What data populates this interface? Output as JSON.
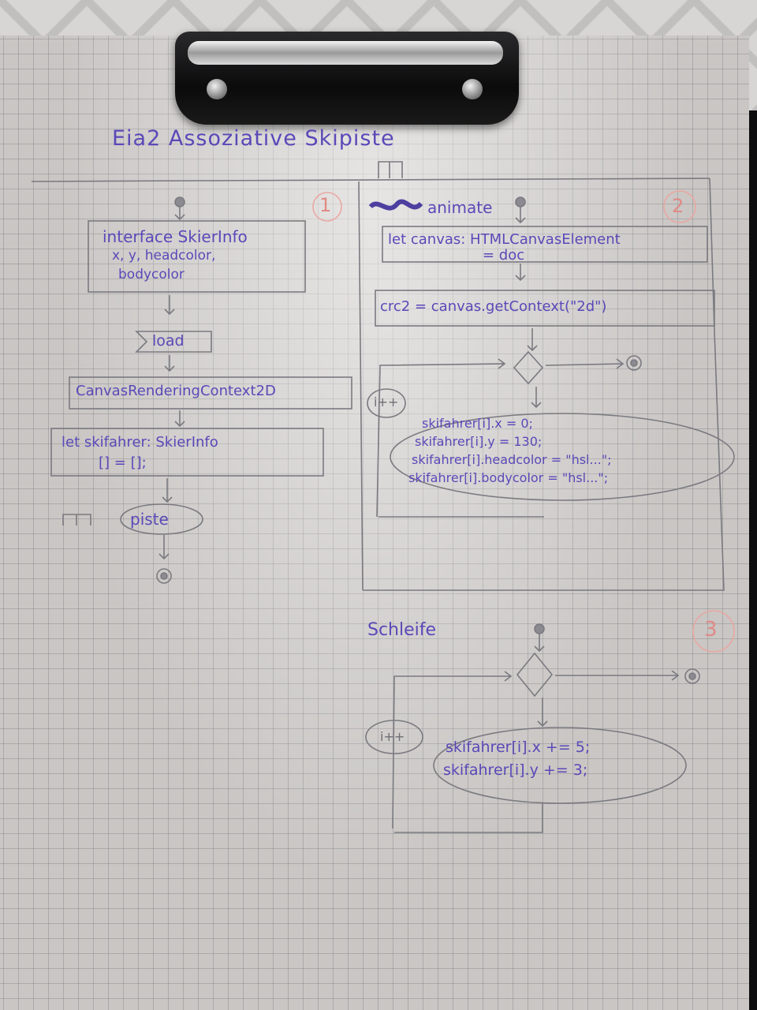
{
  "title": "Eia2  Assoziative Skipiste",
  "panel1": {
    "number": "1",
    "interface_line1": "interface SkierInfo",
    "interface_line2": "x, y, headcolor,",
    "interface_line3": "bodycolor",
    "load": "load",
    "canvas_context": "CanvasRenderingContext2D",
    "let_line1": "let skifahrer: SkierInfo",
    "let_line2": "[] = [];",
    "piste": "piste"
  },
  "panel2": {
    "number": "2",
    "animate": "animate",
    "canvas_line1": "let canvas: HTMLCanvasElement",
    "canvas_line2": "= doc",
    "crc2": "crc2 = canvas.getContext(\"2d\")",
    "loop_label": "i++",
    "code": [
      "skifahrer[i].x = 0;",
      "skifahrer[i].y = 130;",
      "skifahrer[i].headcolor = \"hsl...\";",
      "skifahrer[i].bodycolor = \"hsl...\";"
    ]
  },
  "panel3": {
    "number": "3",
    "title": "Schleife",
    "loop_label": "i++",
    "code": [
      "skifahrer[i].x += 5;",
      "skifahrer[i].y += 3;"
    ]
  },
  "colors": {
    "ink": "#5a49b8",
    "pencil": "#6e6e74",
    "red_marker": "#e08a86",
    "paper": "#c9c6c4"
  }
}
